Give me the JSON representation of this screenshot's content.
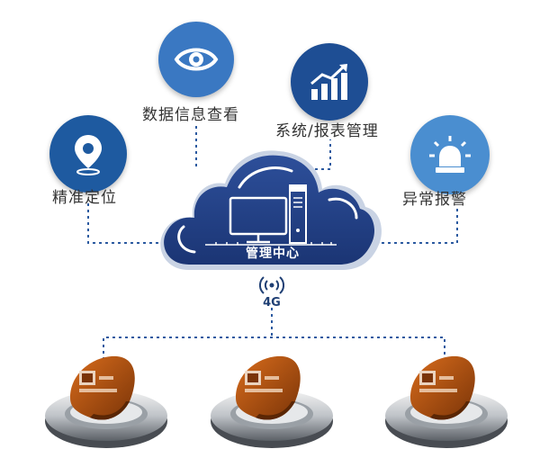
{
  "features": [
    {
      "id": "positioning",
      "label": "精准定位",
      "icon": "location-pin-icon",
      "color": "#1e5aa0"
    },
    {
      "id": "data-query",
      "label": "数据信息查看",
      "icon": "eye-icon",
      "color": "#3a78c2"
    },
    {
      "id": "reports",
      "label": "系统/报表管理",
      "icon": "bar-chart-icon",
      "color": "#1e4e94"
    },
    {
      "id": "alarm",
      "label": "异常报警",
      "icon": "alarm-light-icon",
      "color": "#4a8ed0"
    }
  ],
  "center": {
    "label": "管理中心",
    "color": "#233f86"
  },
  "network": {
    "label": "4G"
  },
  "devices": [
    {
      "id": "lock-1"
    },
    {
      "id": "lock-2"
    },
    {
      "id": "lock-3"
    }
  ]
}
